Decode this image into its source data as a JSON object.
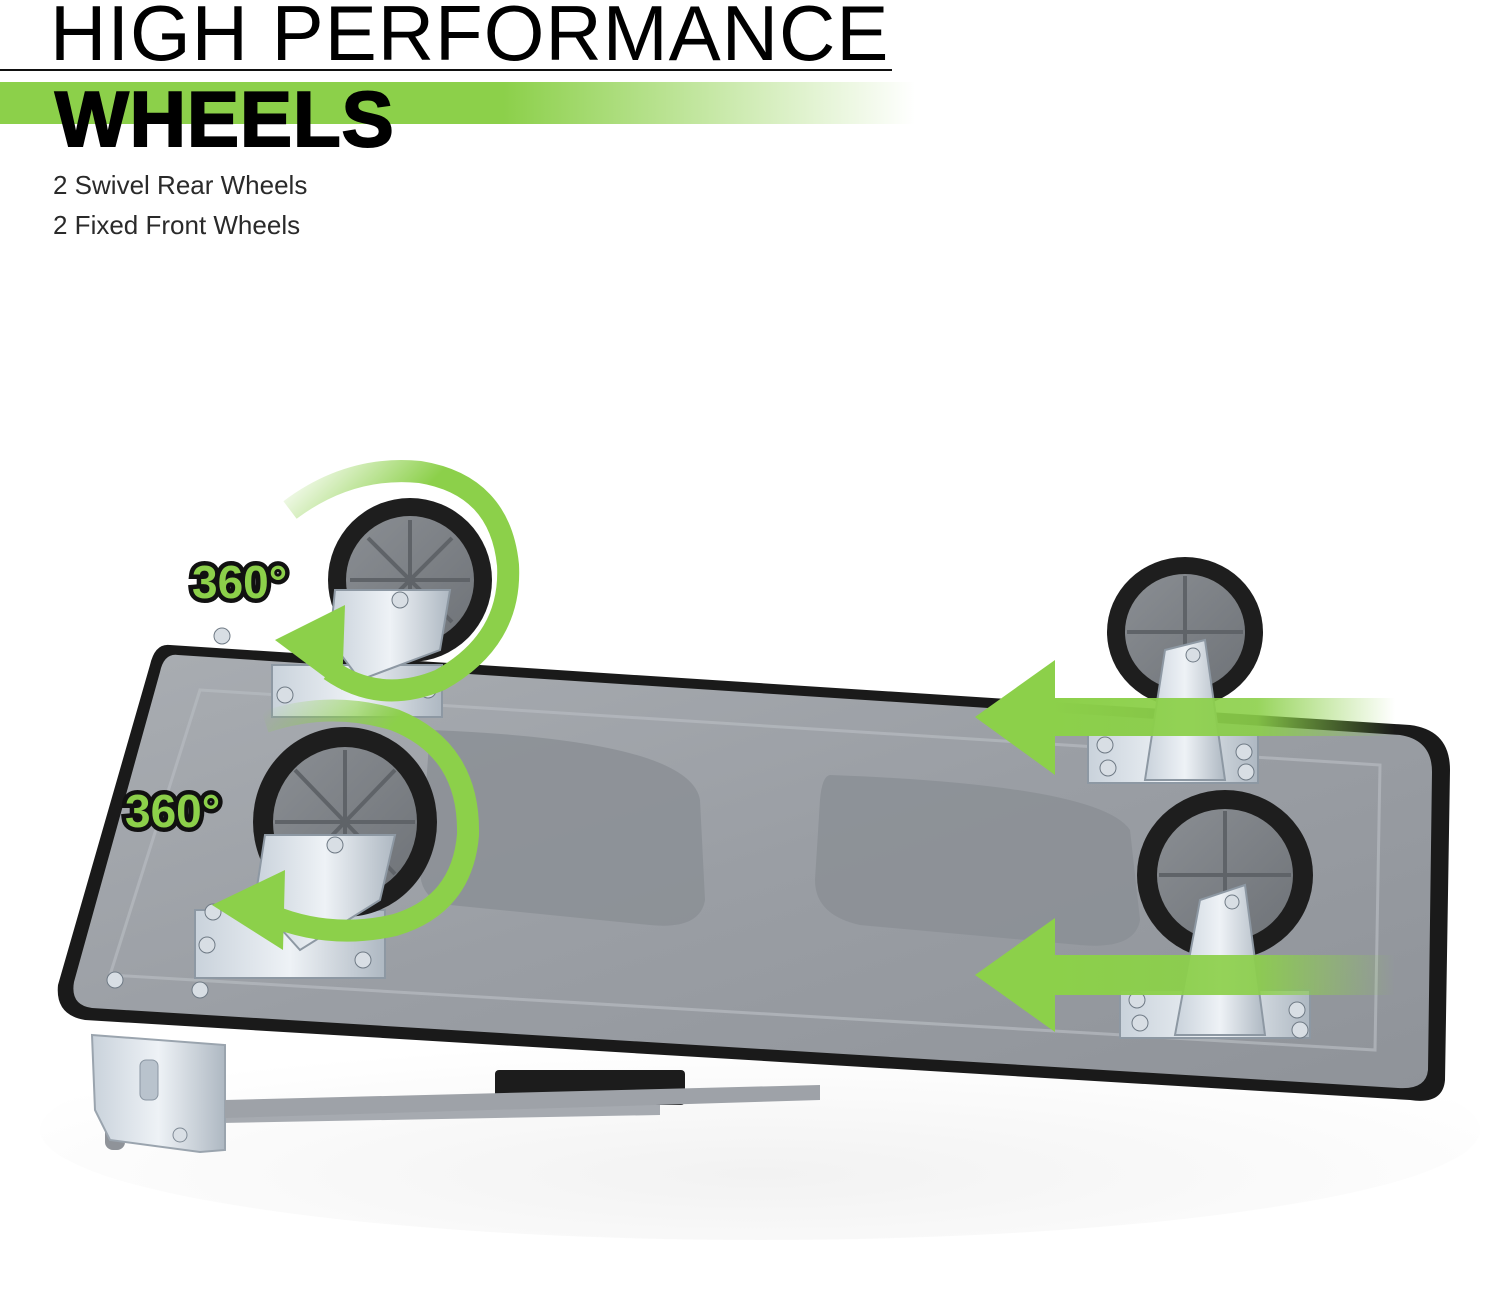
{
  "headline": {
    "line_1": "HIGH PERFORMANCE",
    "line_2": "WHEELS"
  },
  "features": [
    "2 Swivel Rear Wheels",
    "2 Fixed Front Wheels"
  ],
  "badges": {
    "rear_top": "360°",
    "rear_bottom": "360°"
  },
  "colors": {
    "accent_green": "#8cd04a",
    "deck_gray": "#9a9ea4",
    "tire_black": "#1e1e1e",
    "text_dark": "#111111"
  }
}
